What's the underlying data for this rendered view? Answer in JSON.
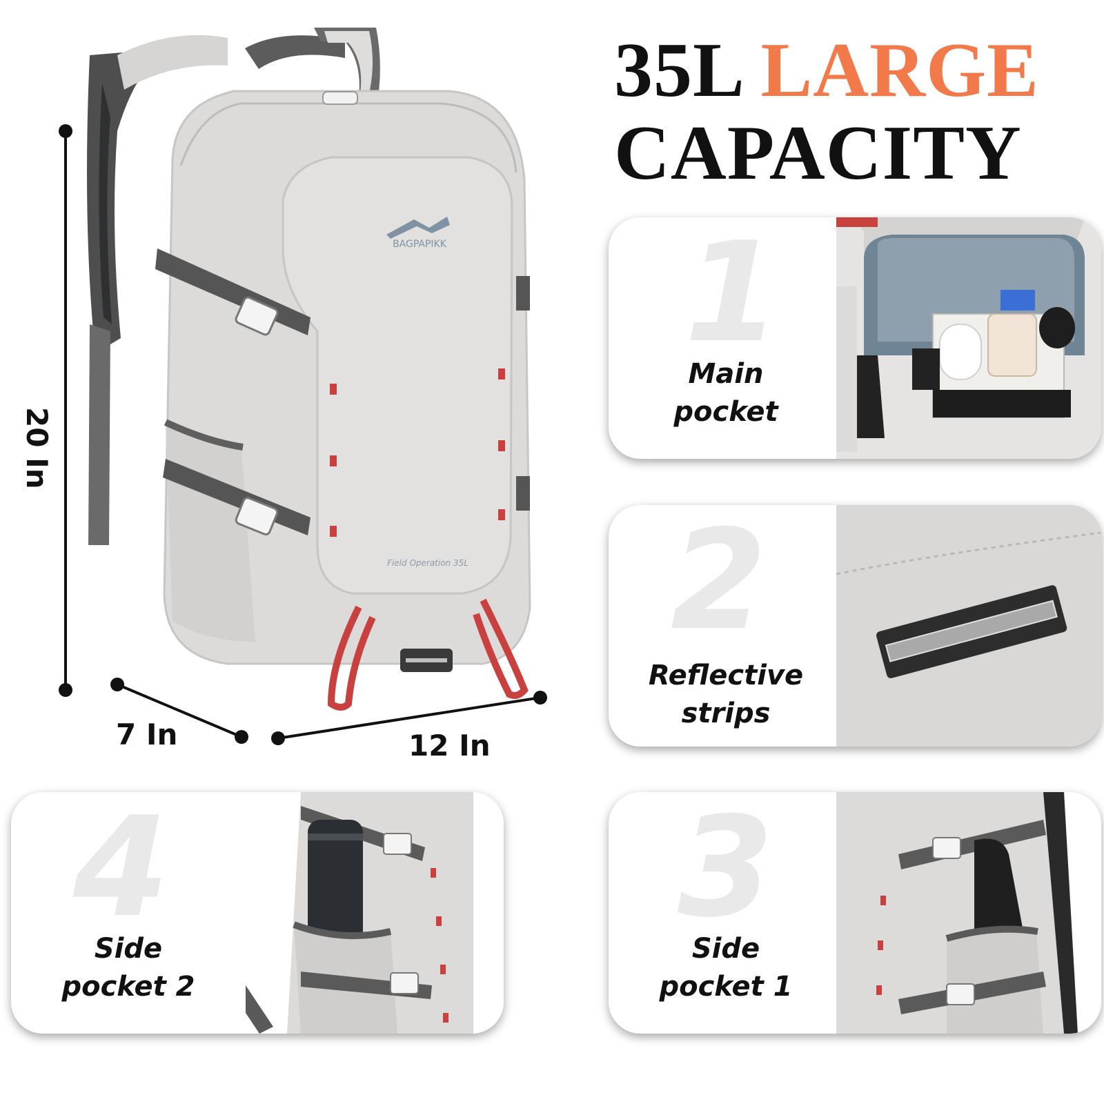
{
  "headline": {
    "prefix": "35L",
    "accent": "LARGE",
    "line2": "CAPACITY",
    "accent_color": "#f27a4a"
  },
  "dimensions": {
    "height": "20 In",
    "depth": "7 In",
    "width": "12 In"
  },
  "product": {
    "brand": "BAGPAPIKK",
    "model_text": "Field Operation 35L"
  },
  "features": [
    {
      "number": "1",
      "label_line1": "Main",
      "label_line2": "pocket"
    },
    {
      "number": "2",
      "label_line1": "Reflective",
      "label_line2": "strips"
    },
    {
      "number": "3",
      "label_line1": "Side",
      "label_line2": "pocket 1"
    },
    {
      "number": "4",
      "label_line1": "Side",
      "label_line2": "pocket 2"
    }
  ],
  "colors": {
    "bag_body": "#dcdbd9",
    "strap": "#5c5c5c",
    "accent_red": "#c8413f",
    "card_number": "#e9e9e9"
  }
}
